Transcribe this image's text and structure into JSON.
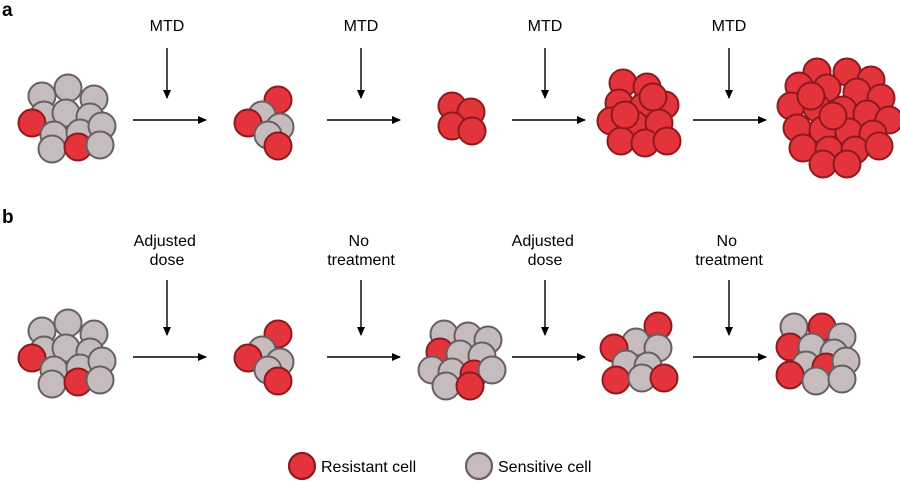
{
  "colors": {
    "resistant_fill": "#e2343a",
    "resistant_stroke": "#8e1a20",
    "sensitive_fill": "#c6bcbe",
    "sensitive_stroke": "#666062"
  },
  "panel_a": {
    "label": "a",
    "steps": [
      "MTD",
      "MTD",
      "MTD",
      "MTD"
    ]
  },
  "panel_b": {
    "label": "b",
    "steps": [
      [
        "Adjusted",
        "dose"
      ],
      [
        "No",
        "treatment"
      ],
      [
        "Adjusted",
        "dose"
      ],
      [
        "No",
        "treatment"
      ]
    ]
  },
  "legend": {
    "resistant": "Resistant cell",
    "sensitive": "Sensitive cell"
  }
}
